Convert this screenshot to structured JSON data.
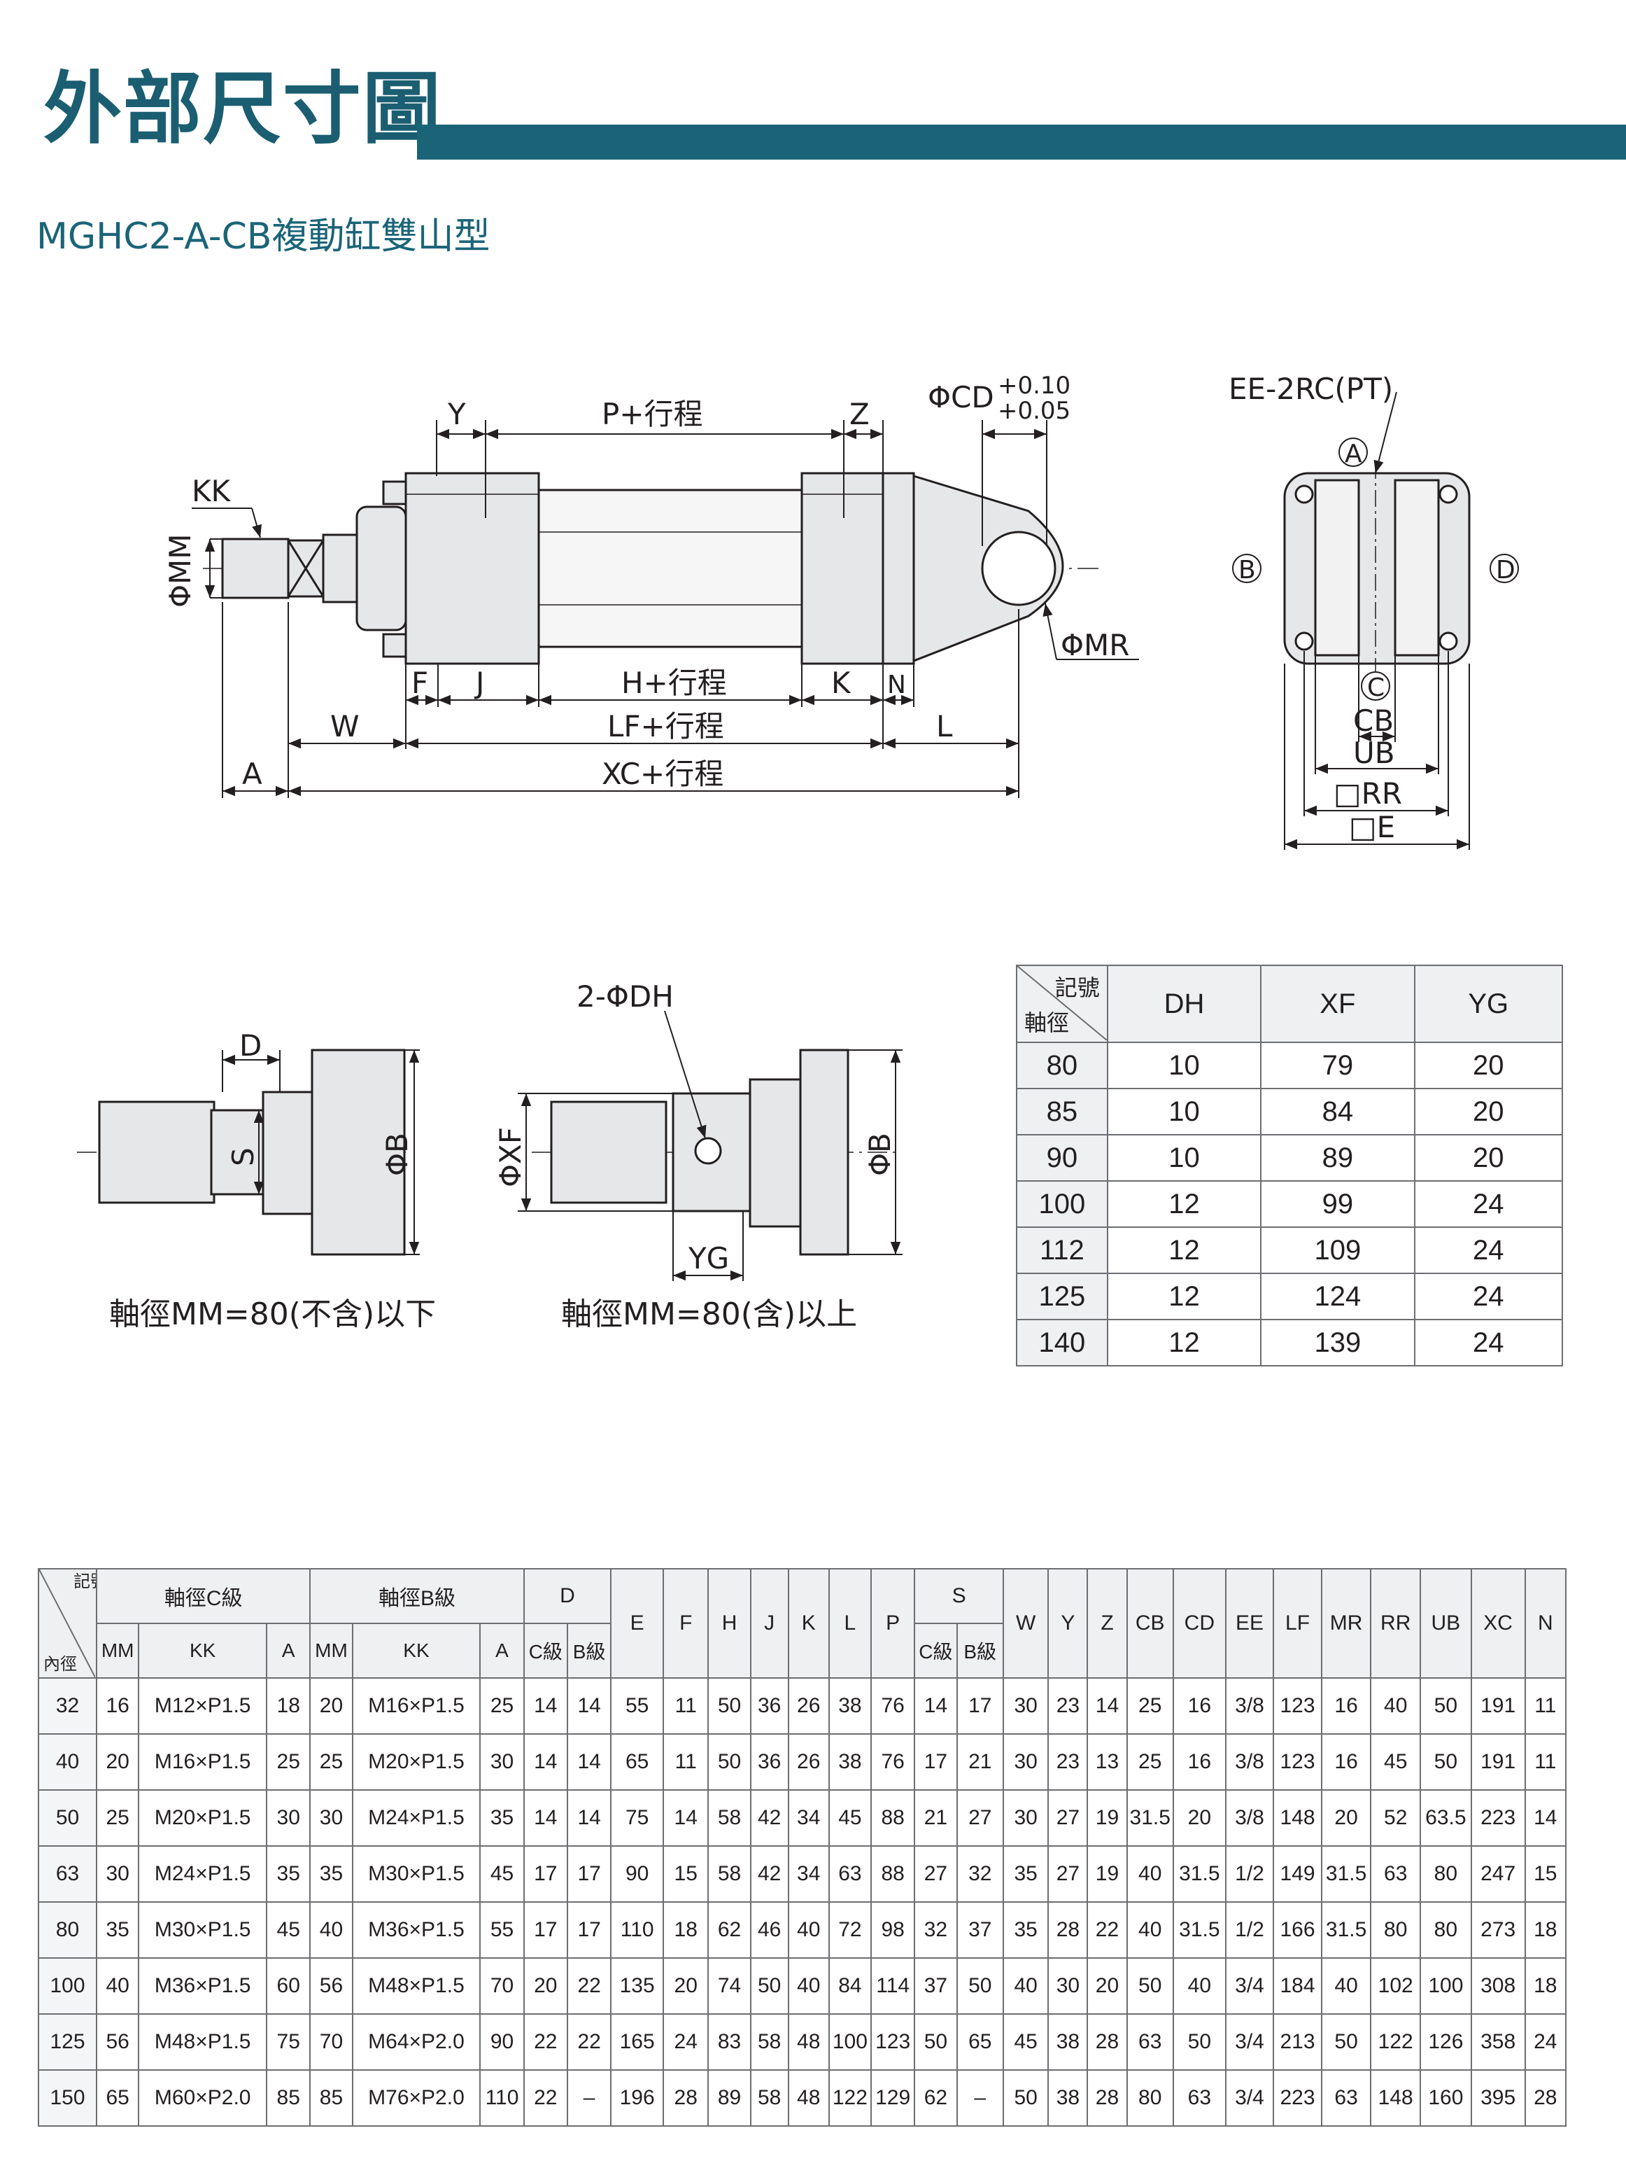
{
  "header": {
    "title": "外部尺寸圖",
    "subtitle": "MGHC2-A-CB複動缸雙山型"
  },
  "main_drawing": {
    "labels": {
      "kk": "KK",
      "mm": "ΦMM",
      "y": "Y",
      "p": "P+行程",
      "z": "Z",
      "cd": "ΦCD",
      "cd_tol_upper": "+0.10",
      "cd_tol_lower": "+0.05",
      "f": "F",
      "j": "J",
      "h": "H+行程",
      "k": "K",
      "n": "N",
      "mr": "ΦMR",
      "w": "W",
      "lf": "LF+行程",
      "l": "L",
      "a": "A",
      "xc": "XC+行程"
    }
  },
  "end_view": {
    "labels": {
      "ee": "EE-2RC(PT)",
      "a": "A",
      "b": "B",
      "c": "C",
      "d": "D",
      "cb": "CB",
      "ub": "UB",
      "rr": "□RR",
      "e": "□E"
    }
  },
  "rod_views": {
    "left": {
      "d": "D",
      "s": "S",
      "b": "ΦB",
      "caption": "軸徑MM=80(不含)以下"
    },
    "right": {
      "dh": "2-ΦDH",
      "xf": "ΦXF",
      "b": "ΦB",
      "yg": "YG",
      "caption": "軸徑MM=80(含)以上"
    }
  },
  "small_table": {
    "corner_top": "記號",
    "corner_bottom": "軸徑",
    "headers": [
      "DH",
      "XF",
      "YG"
    ],
    "rows": [
      [
        "80",
        "10",
        "79",
        "20"
      ],
      [
        "85",
        "10",
        "84",
        "20"
      ],
      [
        "90",
        "10",
        "89",
        "20"
      ],
      [
        "100",
        "12",
        "99",
        "24"
      ],
      [
        "112",
        "12",
        "109",
        "24"
      ],
      [
        "125",
        "12",
        "124",
        "24"
      ],
      [
        "140",
        "12",
        "139",
        "24"
      ]
    ]
  },
  "big_table": {
    "corner_top": "記號",
    "corner_bottom": "內徑",
    "group_c": "軸徑C級",
    "group_b": "軸徑B級",
    "group_d": "D",
    "group_s": "S",
    "sub_c": [
      "MM",
      "KK",
      "A"
    ],
    "sub_b": [
      "MM",
      "KK",
      "A"
    ],
    "sub_d": [
      "C級",
      "B級"
    ],
    "sub_s": [
      "C級",
      "B級"
    ],
    "single_a": [
      "E",
      "F",
      "H",
      "J",
      "K",
      "L",
      "P"
    ],
    "single_b": [
      "W",
      "Y",
      "Z",
      "CB",
      "CD",
      "EE",
      "LF",
      "MR",
      "RR",
      "UB",
      "XC",
      "N"
    ],
    "rows": [
      [
        "32",
        "16",
        "M12×P1.5",
        "18",
        "20",
        "M16×P1.5",
        "25",
        "14",
        "14",
        "55",
        "11",
        "50",
        "36",
        "26",
        "38",
        "76",
        "14",
        "17",
        "30",
        "23",
        "14",
        "25",
        "16",
        "3/8",
        "123",
        "16",
        "40",
        "50",
        "191",
        "11"
      ],
      [
        "40",
        "20",
        "M16×P1.5",
        "25",
        "25",
        "M20×P1.5",
        "30",
        "14",
        "14",
        "65",
        "11",
        "50",
        "36",
        "26",
        "38",
        "76",
        "17",
        "21",
        "30",
        "23",
        "13",
        "25",
        "16",
        "3/8",
        "123",
        "16",
        "45",
        "50",
        "191",
        "11"
      ],
      [
        "50",
        "25",
        "M20×P1.5",
        "30",
        "30",
        "M24×P1.5",
        "35",
        "14",
        "14",
        "75",
        "14",
        "58",
        "42",
        "34",
        "45",
        "88",
        "21",
        "27",
        "30",
        "27",
        "19",
        "31.5",
        "20",
        "3/8",
        "148",
        "20",
        "52",
        "63.5",
        "223",
        "14"
      ],
      [
        "63",
        "30",
        "M24×P1.5",
        "35",
        "35",
        "M30×P1.5",
        "45",
        "17",
        "17",
        "90",
        "15",
        "58",
        "42",
        "34",
        "63",
        "88",
        "27",
        "32",
        "35",
        "27",
        "19",
        "40",
        "31.5",
        "1/2",
        "149",
        "31.5",
        "63",
        "80",
        "247",
        "15"
      ],
      [
        "80",
        "35",
        "M30×P1.5",
        "45",
        "40",
        "M36×P1.5",
        "55",
        "17",
        "17",
        "110",
        "18",
        "62",
        "46",
        "40",
        "72",
        "98",
        "32",
        "37",
        "35",
        "28",
        "22",
        "40",
        "31.5",
        "1/2",
        "166",
        "31.5",
        "80",
        "80",
        "273",
        "18"
      ],
      [
        "100",
        "40",
        "M36×P1.5",
        "60",
        "56",
        "M48×P1.5",
        "70",
        "20",
        "22",
        "135",
        "20",
        "74",
        "50",
        "40",
        "84",
        "114",
        "37",
        "50",
        "40",
        "30",
        "20",
        "50",
        "40",
        "3/4",
        "184",
        "40",
        "102",
        "100",
        "308",
        "18"
      ],
      [
        "125",
        "56",
        "M48×P1.5",
        "75",
        "70",
        "M64×P2.0",
        "90",
        "22",
        "22",
        "165",
        "24",
        "83",
        "58",
        "48",
        "100",
        "123",
        "50",
        "65",
        "45",
        "38",
        "28",
        "63",
        "50",
        "3/4",
        "213",
        "50",
        "122",
        "126",
        "358",
        "24"
      ],
      [
        "150",
        "65",
        "M60×P2.0",
        "85",
        "85",
        "M76×P2.0",
        "110",
        "22",
        "–",
        "196",
        "28",
        "89",
        "58",
        "48",
        "122",
        "129",
        "62",
        "–",
        "50",
        "38",
        "28",
        "80",
        "63",
        "3/4",
        "223",
        "63",
        "148",
        "160",
        "395",
        "28"
      ]
    ]
  }
}
